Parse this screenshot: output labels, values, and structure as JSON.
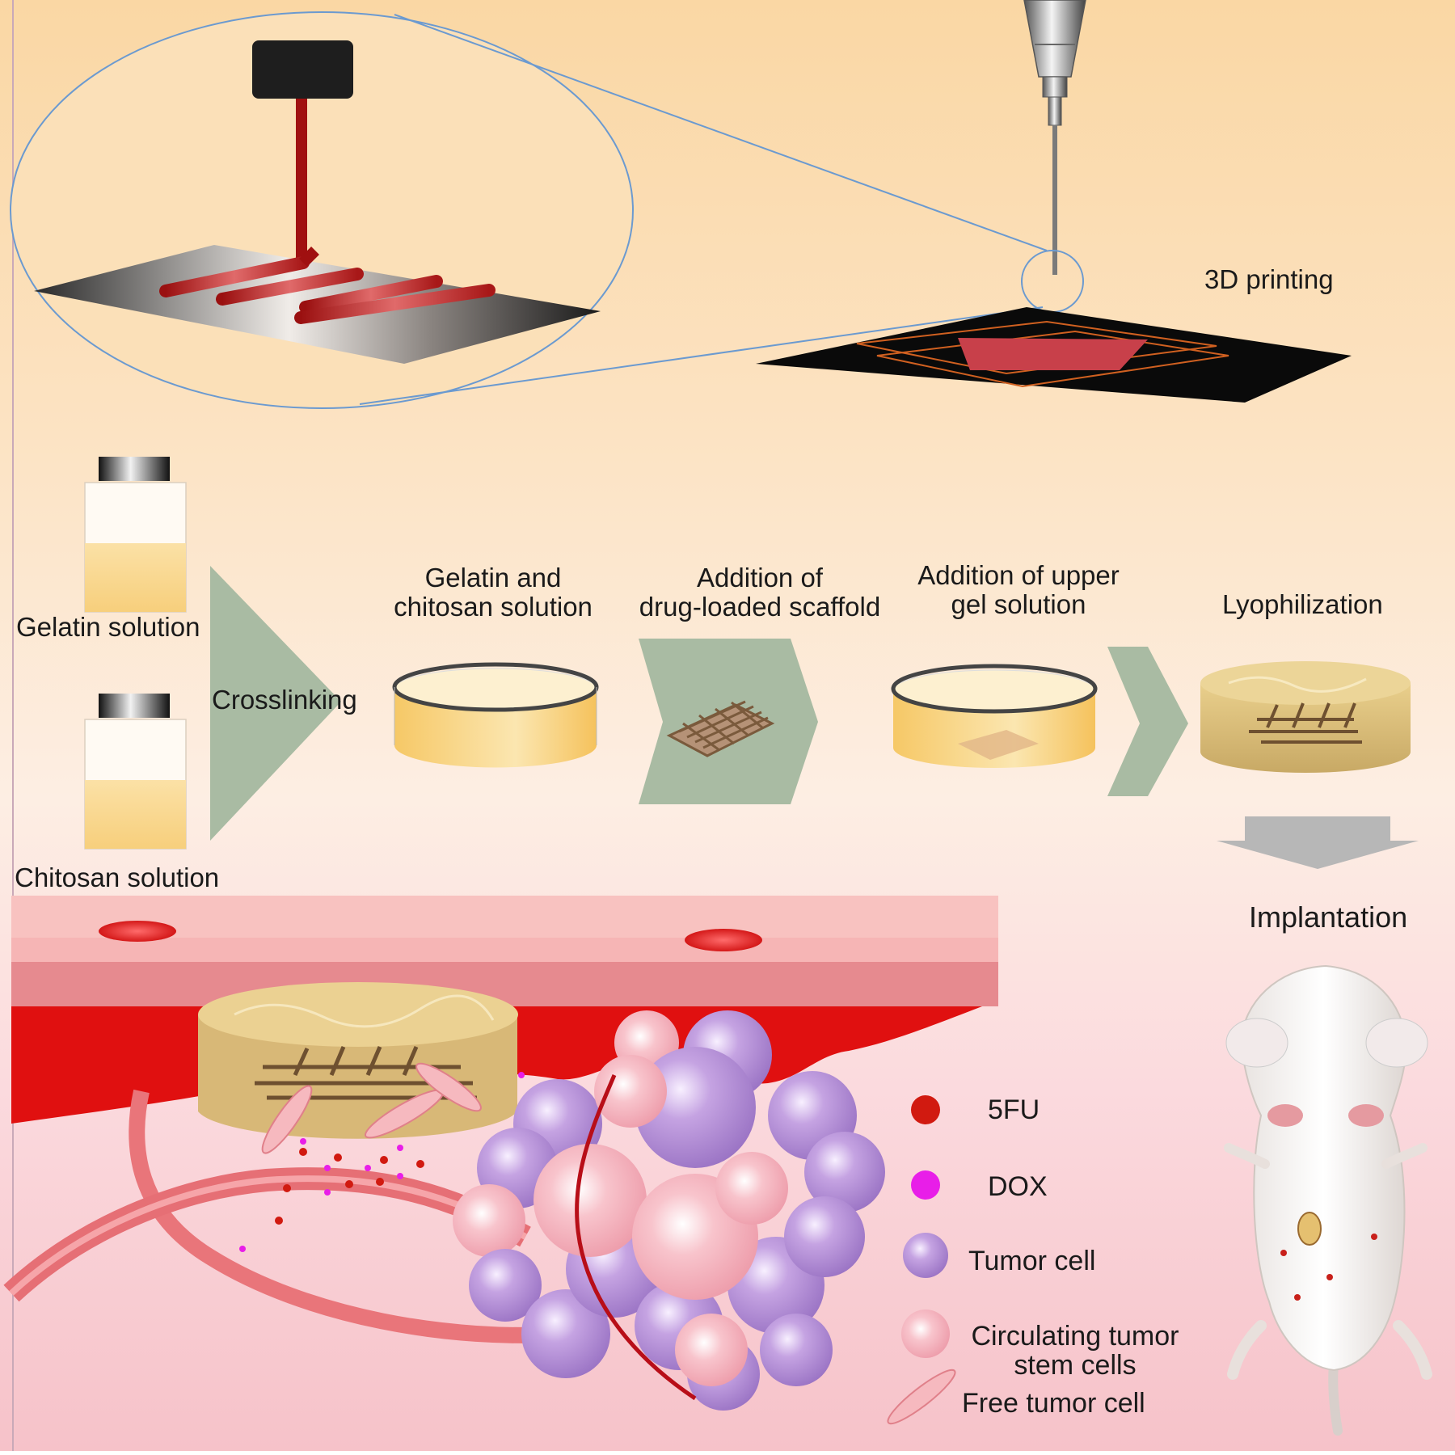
{
  "steps": {
    "printing": "3D printing",
    "gelatin": "Gelatin solution",
    "chitosan": "Chitosan solution",
    "crosslinking": "Crosslinking",
    "mix_line1": "Gelatin and",
    "mix_line2": "chitosan solution",
    "addscaf_line1": "Addition of",
    "addscaf_line2": "drug-loaded scaffold",
    "upper_line1": "Addition of upper",
    "upper_line2": "gel solution",
    "lyophilization": "Lyophilization",
    "implantation": "Implantation"
  },
  "legend": {
    "fu": "5FU",
    "dox": "DOX",
    "tumor": "Tumor cell",
    "ctsc_line1": "Circulating tumor",
    "ctsc_line2": "stem cells",
    "free": "Free tumor cell"
  },
  "colors": {
    "fu": "#d11a10",
    "dox": "#e81ee8",
    "tumor": "#b892d6",
    "ctsc": "#f4aab4",
    "arrow": "#a9bba3",
    "top_bg": "#fad9a8",
    "bottom_bg": "#f7c9cf"
  }
}
